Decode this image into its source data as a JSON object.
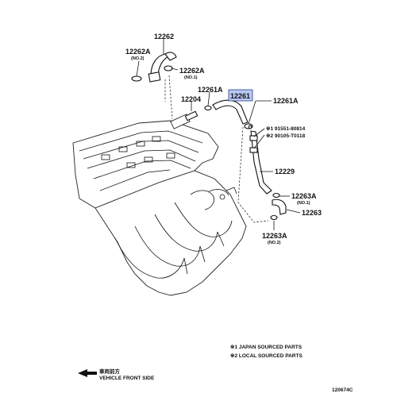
{
  "labels": {
    "p12262": "12262",
    "p12262A_left": "12262A",
    "p12262A_left_note": "(NO.2)",
    "p12262A_right": "12262A",
    "p12262A_right_note": "(NO.1)",
    "p12261A_top": "12261A",
    "p12204": "12204",
    "p12261_highlight": "12261",
    "p12261A_right": "12261A",
    "p91551": "※1 91551-80814",
    "p90105": "※2 90105-T0118",
    "p12229": "12229",
    "p12263A_right": "12263A",
    "p12263A_right_note": "(NO.1)",
    "p12263": "12263",
    "p12263A_bottom": "12263A",
    "p12263A_bottom_note": "(NO.2)"
  },
  "notes": {
    "japan": "※1 JAPAN SOURCED PARTS",
    "local": "※2 LOCAL SOURCED PARTS"
  },
  "footer": {
    "direction_jp": "車両前方",
    "direction_en": "VEHICLE FRONT SIDE",
    "code": "120674C"
  },
  "colors": {
    "highlight": "#b9c8f2",
    "highlight_border": "#2a3f8f"
  }
}
